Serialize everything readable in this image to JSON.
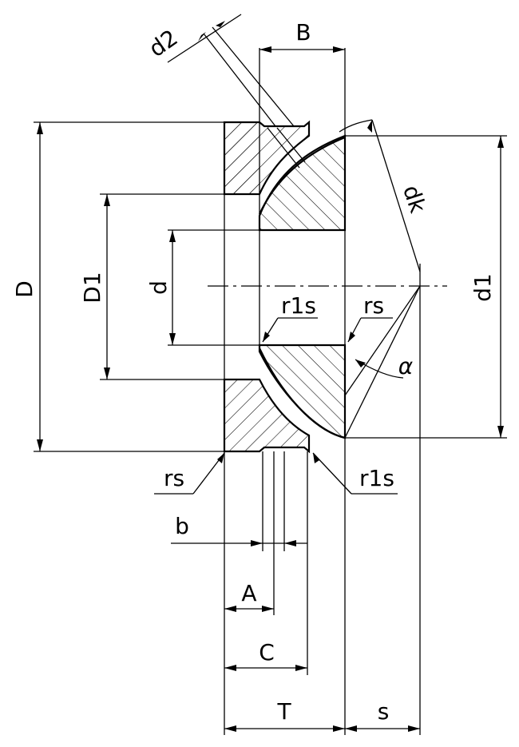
{
  "labels": {
    "d2": "d2",
    "B": "B",
    "D": "D",
    "D1": "D1",
    "d": "d",
    "dk": "dk",
    "d1": "d1",
    "r1s_top": "r1s",
    "rs_top": "rs",
    "alpha": "α",
    "rs_bottom": "rs",
    "r1s_bottom": "r1s",
    "b": "b",
    "A": "A",
    "C": "C",
    "T": "T",
    "s": "s"
  }
}
